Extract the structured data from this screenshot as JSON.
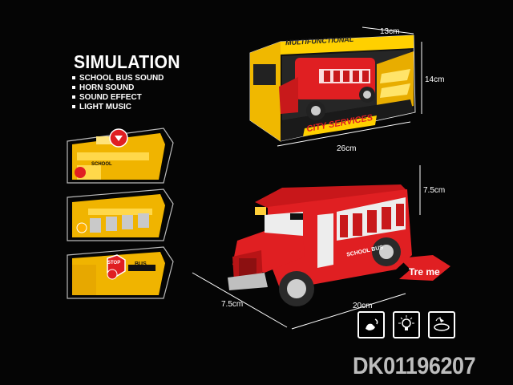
{
  "features": {
    "title": "SIMULATION",
    "items": [
      "SCHOOL BUS SOUND",
      "HORN SOUND",
      "SOUND EFFECT",
      "LIGHT MUSIC"
    ]
  },
  "box": {
    "top_label": "MULTIFUNCTIONAL",
    "brand": "CITY SERVICES",
    "dim_width": "13cm",
    "dim_height": "14cm",
    "dim_length": "26cm"
  },
  "bus": {
    "dim_height": "7.5cm",
    "dim_width": "7.5cm",
    "dim_length": "20cm",
    "side_text": "SCHOOL BUS",
    "try_me": "Tre me"
  },
  "detail_panels": {
    "stop_text": "STOP",
    "bus_text": "BUS",
    "school_text": "SCHOOL"
  },
  "function_icons": [
    "hand-sound-icon",
    "light-bulb-icon",
    "music-spin-icon"
  ],
  "sku": "DK01196207",
  "colors": {
    "bus_red": "#e01f22",
    "yellow": "#f3b400",
    "background": "#050505"
  }
}
